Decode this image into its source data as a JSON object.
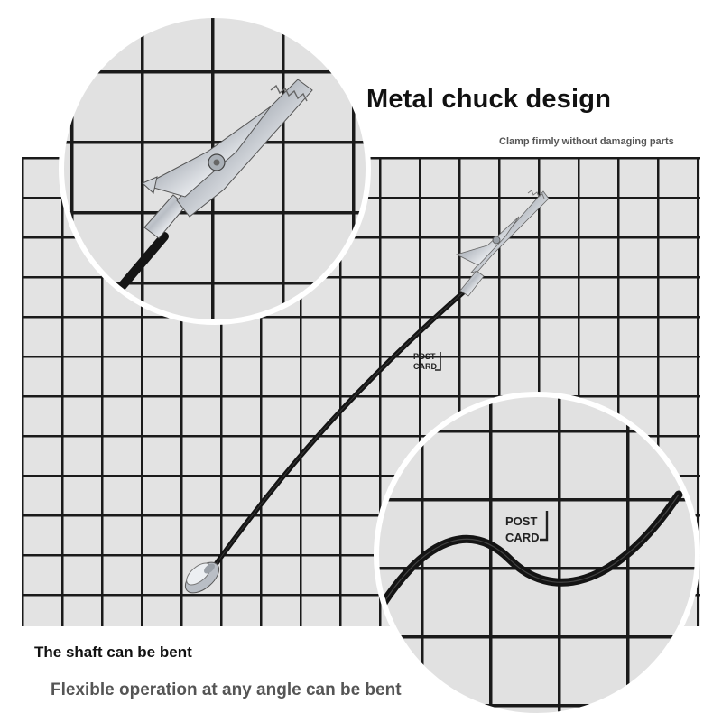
{
  "headline": {
    "title": "Metal chuck design",
    "subtitle": "Clamp firmly without damaging parts"
  },
  "mat": {
    "print_line1": "POST",
    "print_line2": "CARD"
  },
  "captions": {
    "bend": "The shaft can be bent",
    "flexible": "Flexible operation at any angle can be bent"
  },
  "colors": {
    "mat_cell": "#e3e3e3",
    "grid_line": "#1a1a1a",
    "cable": "#141414",
    "metal": "#cfd3d8",
    "callout_ring": "#ffffff"
  }
}
